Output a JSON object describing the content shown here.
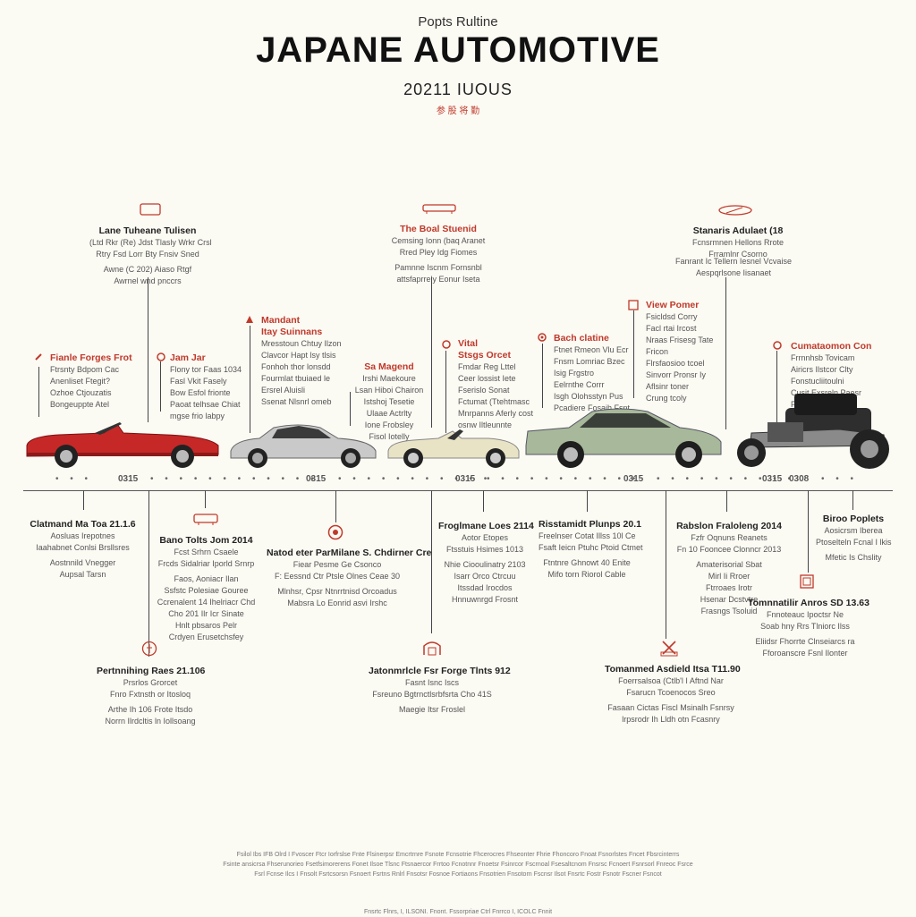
{
  "header": {
    "eyebrow": "Popts Rultine",
    "title": "JAPANE AUTOMOTIVE",
    "subtitle": "20211 IUOUS",
    "kanji": "参 股 将 勤"
  },
  "axis_stamps": [
    "0315",
    "0315",
    "0315",
    "0315",
    "0315",
    "0308"
  ],
  "top_labels": [
    {
      "head": "Lane Tuheane Tulisen",
      "lines": [
        "(Ltd Rkr (Re) Jdst Tlasly Wrkr Crsl",
        "Rtry Fsd Lorr Bty Fnsiv Sned",
        "Awne (C 202) Aiaso Rtgf",
        "Awrnel wnd pnccrs"
      ]
    },
    {
      "head": "Fianle Forges Frot",
      "lines": [
        "Ftrsnty Bdpom Cac",
        "Anenliset Ftegit?",
        "Ozhoe Ctjouzatis",
        "Bongeuppte Atel"
      ]
    },
    {
      "head": "Jam Jar",
      "lines": [
        "Flony tor Faas 1034",
        "Fasl Vkit Fasely",
        "Bow Esfol frionte",
        "Paoat telhsae Chiat",
        "mgse frio labpy"
      ]
    },
    {
      "head": "Mandant",
      "sub": "Itay Suinnans",
      "lines": [
        "Mresstoun Chtuy Ilzon",
        "Clavcor Hapt lsy tlsis",
        "Fonhoh thor lonsdd",
        "Fourmlat tbuiaed le",
        "Ersrel Aluisli",
        "Ssenat Nlsnrl omeb"
      ]
    },
    {
      "head": "Sa Magend",
      "lines": [
        "Irshi Maekoure",
        "Lsan Hiboi Chairon",
        "Istshoj Tesetie",
        "Ulaae Actrlty",
        "Ione Frobsley",
        "Fisol Iotelly"
      ]
    },
    {
      "head": "The Boal Stuenid",
      "lines": [
        "Cemsing Ionn (baq Aranet",
        "Rred Pley Idg Fiomes",
        "Pamnne Iscnm Fornsnbl",
        "attsfaprrely Eonur Iseta"
      ]
    },
    {
      "head": "Vital",
      "sub": "Stsgs Orcet",
      "lines": [
        "Fmdar Reg Lttel",
        "Ceer lossist Iete",
        "Fserislo Sonat",
        "Fctumat (Ttehtmasc",
        "Mnrpanns Aferly cost",
        "osnw Iltleunnte"
      ]
    },
    {
      "head": "Bach clatine",
      "lines": [
        "Ftnet Rmeon Vlu Ecr",
        "Fnsm Lomriac Bzec",
        "Isig Frgstro",
        "Eelrnthe Corrr",
        "Isgh Olohsstyn Pus",
        "Pcadiere Fosaih Fsnt"
      ]
    },
    {
      "head": "View Pomer",
      "lines": [
        "Fsicldsd Corry",
        "Facl rtai Ircost",
        "Nraas Frisesg Tate",
        "Fricon",
        "Flrsfaosioo tcoel",
        "Sinvorr Pronsr Iy",
        "Aflsinr toner",
        "Crung tcoly"
      ]
    },
    {
      "head": "Stanaris Adulaet (18",
      "lines": [
        "Fcnsrmnen Hellons Rrote",
        "Frramlnr Csorno"
      ]
    },
    {
      "head": "",
      "lines": [
        "Fanrant Ic Tellern Iesnel Vcvaise",
        "Aespqrlsone Iisanaet"
      ]
    },
    {
      "head": "Cumataomon Con",
      "lines": [
        "Frrnnhsb Tovicam",
        "Airicrs Ilstcor Clty",
        "Fonstucliitoulni",
        "Cusit Exsreln Paesr",
        "Fsorspiton Thsr"
      ]
    }
  ],
  "bottom_labels": [
    {
      "head": "Clatmand Ma Toa 21.1.6",
      "lines": [
        "Aosluas Irepotnes",
        "Iaahabnet Conlsi Brsllsres",
        "Aostnnild Vnegger",
        "Aupsal Tarsn"
      ]
    },
    {
      "head": "Bano Tolts Jom 2014",
      "lines": [
        "Fcst Srhrn Csaele",
        "Frcds Sidalriar Iporld Srnrp",
        "Faos, Aoniacr Ilan",
        "Ssfstc Polesiae Gouree",
        "Ccrenalent 14 Ihelriacr Chd",
        "Cho 201 Ilr Icr Sinate",
        "Hnlt pbsaros Pelr",
        "Crdyen Erusetchsfey"
      ]
    },
    {
      "head": "Natod eter ParMilane S. Chdirner Cre",
      "lines": [
        "Fiear Pesme Ge Csonco",
        "F: Eessnd Ctr Ptsle Olnes Ceae 30",
        "Mlnhsr, Cpsr Ntnrrtnisd Orcoadus",
        "Mabsra Lo Eonrid asvi Irshc"
      ]
    },
    {
      "head": "Froglmane Loes 2114",
      "lines": [
        "Aotor Etopes",
        "Ftsstuis Hsimes 1013",
        "Nhie Ciooulinatry 2103",
        "Isarr Orco Ctrcuu",
        "Itssdad Irocdos",
        "Hnnuwnrgd Frosnt"
      ]
    },
    {
      "head": "Risstamidt Plunps 20.1",
      "lines": [
        "Freelnser Cotat Illss 10l Ce",
        "Fsaft Ieicn Ptuhc Ptoid Ctmet",
        "Ftntnre Ghnowt 40 Enite",
        "Mifo torn Riorol Cable"
      ]
    },
    {
      "head": "Rabslon Fraloleng 2014",
      "lines": [
        "Fzfr Oqnuns Reanets",
        "Fn 10 Fooncee Clonncr 2013",
        "Amaterisorial Sbat",
        "Mirl Ii Rroer",
        "Ftrroaes Irotr",
        "Hsenar Dcstvtre",
        "Frasngs Tsoluid"
      ]
    },
    {
      "head": "Biroo Poplets",
      "lines": [
        "Aosicrsm Iberea",
        "Ptoselteln Fcnal I lkis",
        "Mfetic Is Chslity"
      ]
    },
    {
      "head": "Pertnnihing Raes 21.106",
      "lines": [
        "Prsrlos Grorcet",
        "Fnro Fxtnsth or Itosloq",
        "Arthe Ih 106 Frote Itsdo",
        "Norrn Ilrdcltis ln Iollsoang"
      ]
    },
    {
      "head": "Jatonmrlcle Fsr Forge Tlnts 912",
      "lines": [
        "Fasnt Isnc Iscs",
        "Fsreuno Bgtrnctlsrbfsrta Cho 41S",
        "Maegie Itsr Froslel"
      ]
    },
    {
      "head": "Tomanmed Asdield Itsa T11.90",
      "lines": [
        "Foerrsalsoa (Ctlb'l I Aftnd Nar",
        "Fsarucn Tcoenocos Sreo",
        "Fasaan Cictas Fiscl Msinalh Fsnrsy",
        "lrpsrodr Ih Lldh otn Fcasnry"
      ]
    },
    {
      "head": "Tomnnatilir Anros SD 13.63",
      "lines": [
        "Fnnoteauc Ipoctsr Ne",
        "Soab hny Rrs Tlniorc Ilss",
        "Eliidsr Fhorrte Clnseiarcs ra",
        "Fforoanscre Fsnl Ilonter"
      ]
    }
  ],
  "footer": {
    "line1": "Fsilol Ibs IFB Olrd I Fvoscer Ftcr Iorfrslse Fnte Flsinerpsr Emcrtrnre Fsnote Fcnsotrie Fhcerocres Fhseonter Fhrie Fhoncoro Fnoat Fsnorlstes Fncet Fbsrcinterrs",
    "line2": "Fsinte ansicrsa Fhserunorieo Fsetfsimorerens Fonet Ilsoe Tlsnc Ftsnaercor Frrtoo Fcnotnnr Fnoetsr Fsinrcor Fscrnoal Fsesaltcnom Fnsrsc Fcnoert Fsnrsorl Fnreoc Fsrce",
    "line3": "Fsrl Fcnse Ilcs I Fnsolt Fsrtcsorsn Fsnoert Fsrtns Rnlrl Fnsotsr Fosnoe Fortiaons Fnsotrien Fnsotorn Fscnsr Ilsot Fnsrtc Fostr Fsnotr Fscner Fsncot",
    "bottom": "Fnsrtc Flnrs, I, ILSONI. Fnont. Fssorpriae Ctrl Fnrrco I, ICOLC Fnnit"
  },
  "colors": {
    "accent": "#c0392b",
    "background": "#fbfaf3",
    "ink": "#222222"
  }
}
